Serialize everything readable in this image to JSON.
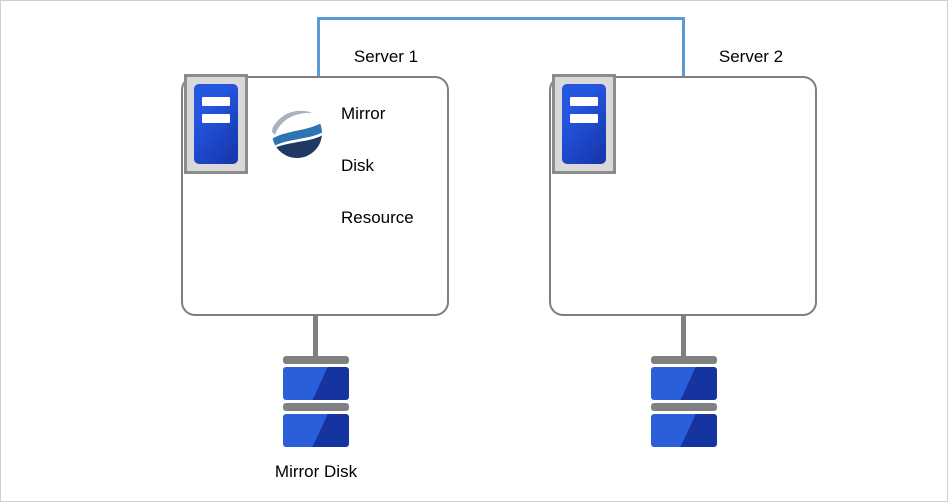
{
  "diagram": {
    "title": "Mirror disk cluster diagram",
    "server1": {
      "label": "Server 1"
    },
    "server2": {
      "label": "Server 2"
    },
    "resource": {
      "line1": "Mirror",
      "line2": "Disk",
      "line3": "Resource"
    },
    "mirror_disk_label": "Mirror Disk",
    "icons": {
      "server_icon": "server-icon",
      "resource_icon": "mirror-disk-resource-icon",
      "disk_icon": "mirror-disk-icon",
      "connection": "network-connection-line"
    },
    "colors": {
      "connection_blue": "#5B9BD5",
      "box_border_gray": "#7F7F7F",
      "icon_frame_gray": "#8C8C8C",
      "server_blue": "#2456E0",
      "server_blue_dark": "#1434A8",
      "disk_blue": "#2B5FD9",
      "disk_blue_dark": "#1634A0",
      "bar_gray": "#808080"
    }
  }
}
